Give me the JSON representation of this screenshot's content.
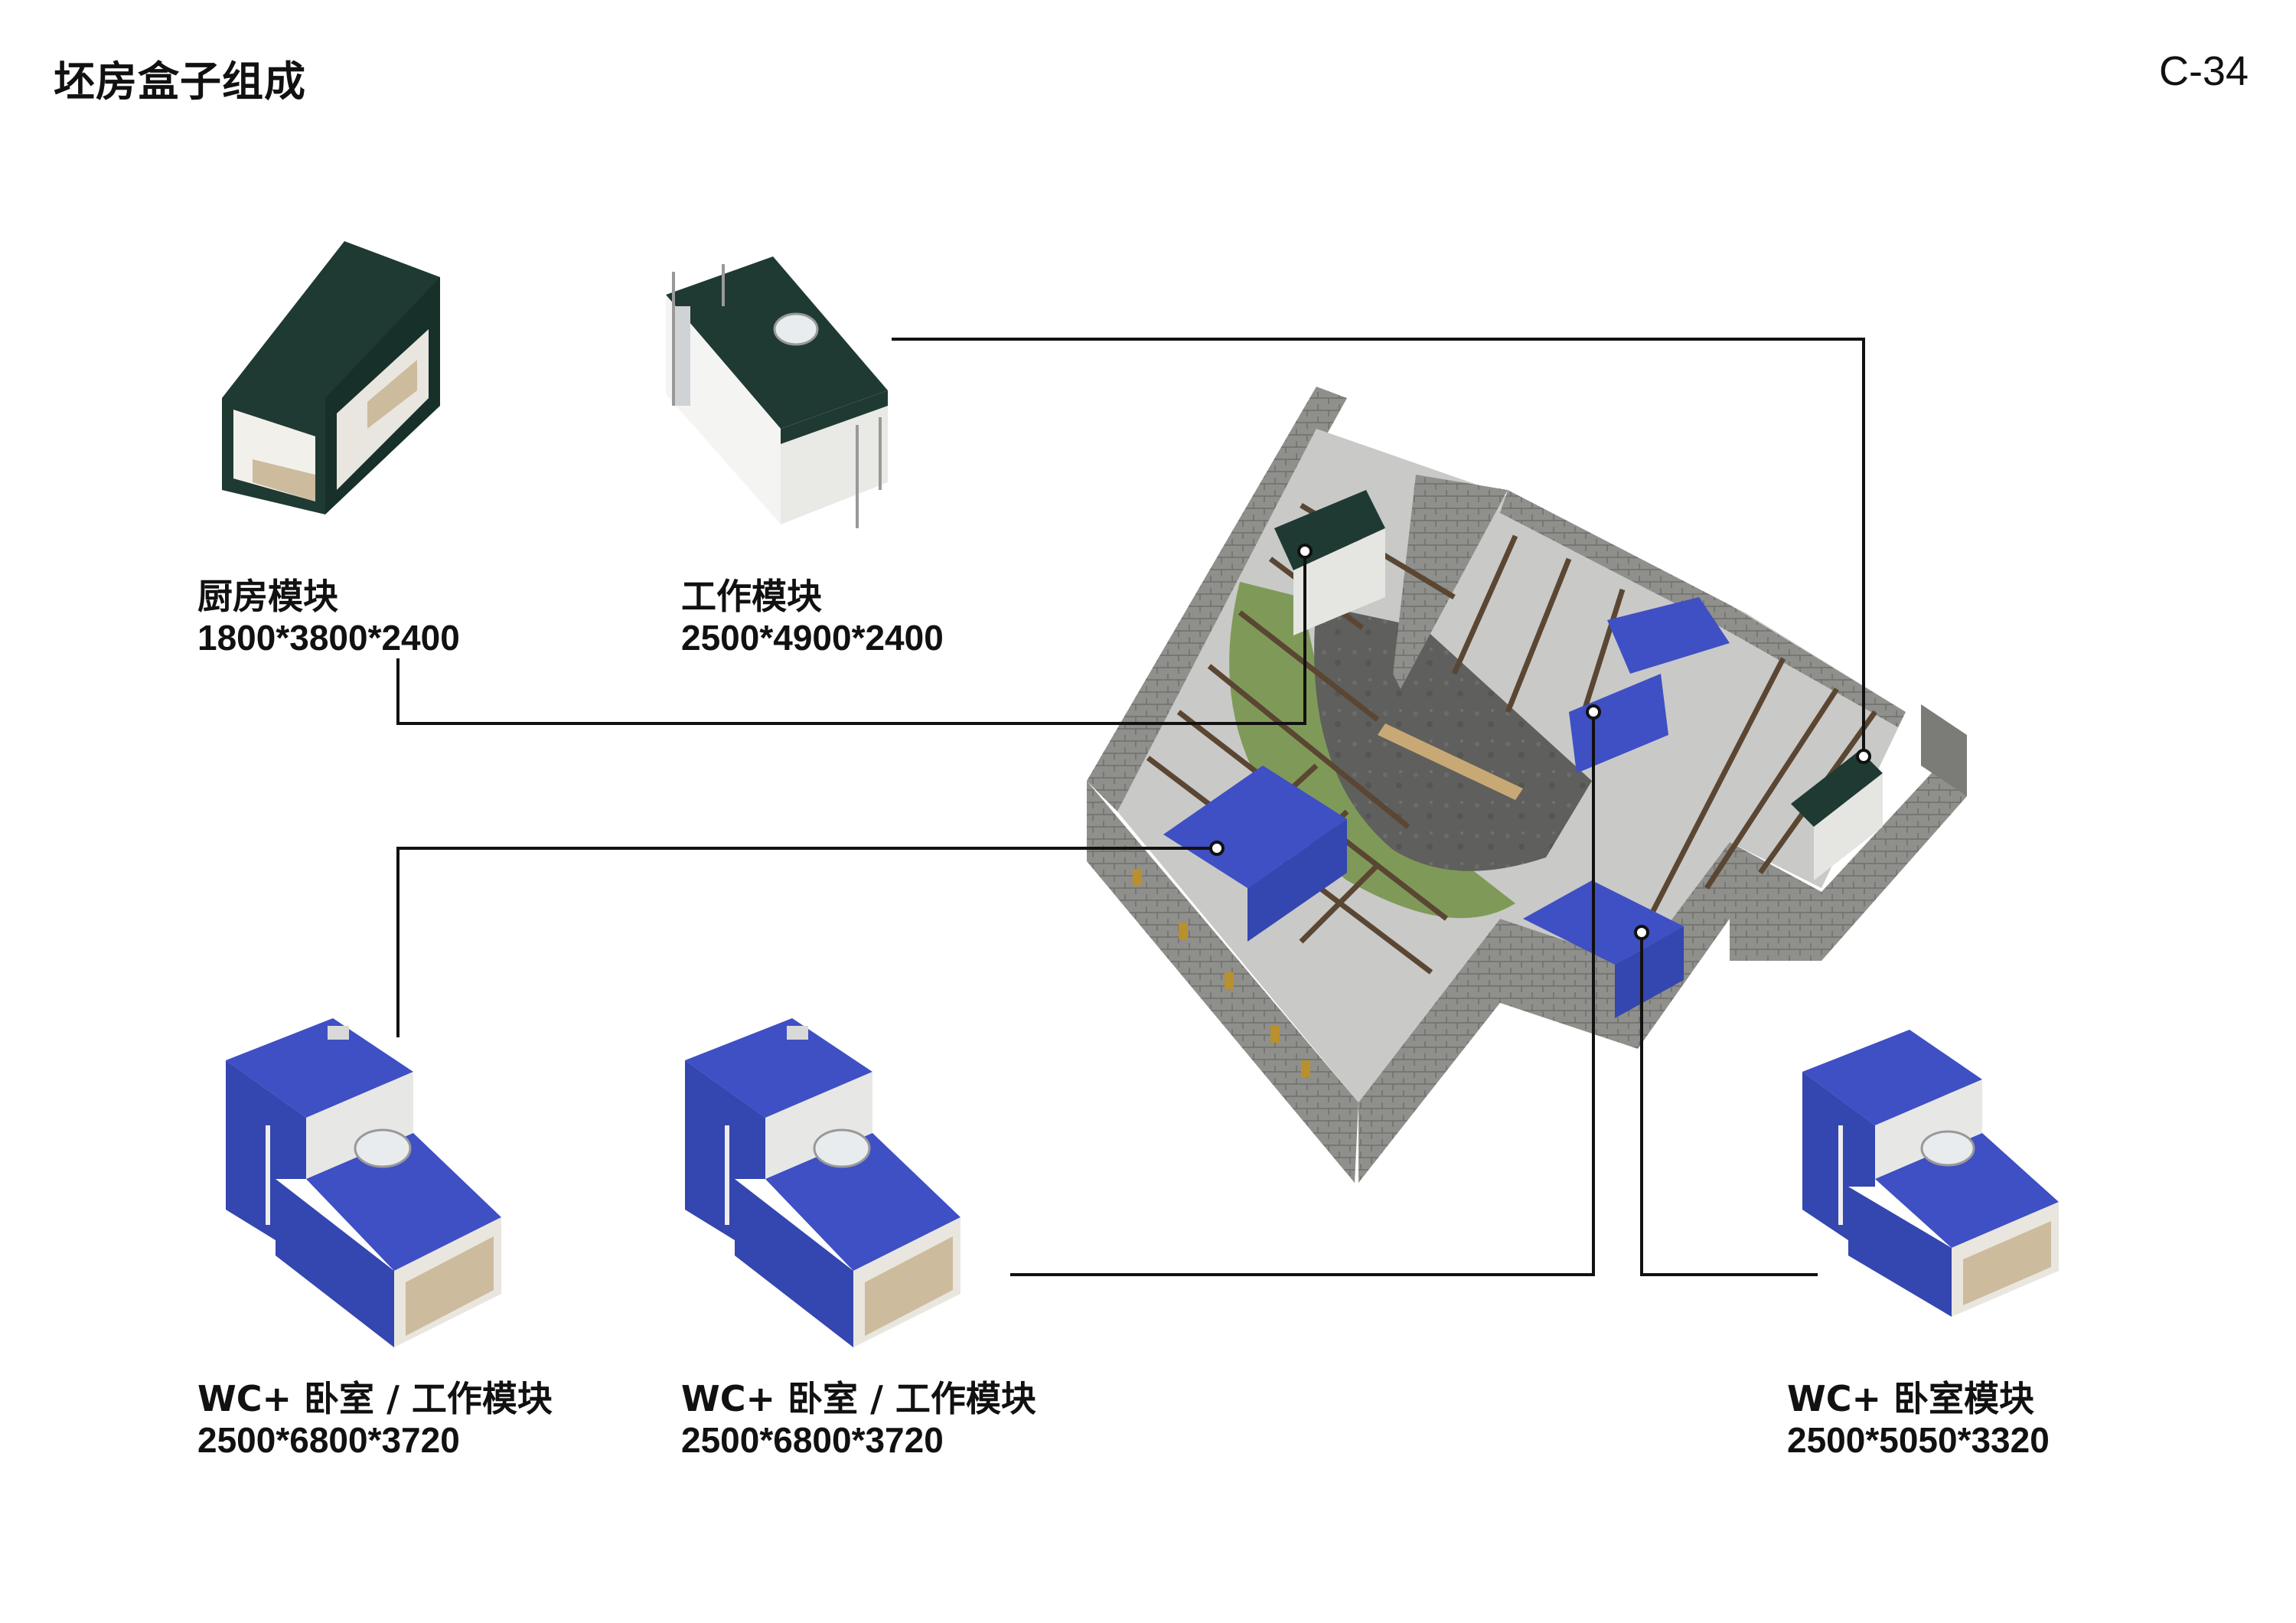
{
  "page": {
    "title": "坯房盒子组成",
    "number": "C-34"
  },
  "colors": {
    "kitchen_module": "#1f3a33",
    "wc_module": "#3f4fc4",
    "wall": "#8d8d8a",
    "roof_timber": "#5a4632",
    "garden": "#7f9a58",
    "floor": "#6d6d6b",
    "connector_line": "#111111"
  },
  "modules": [
    {
      "id": "kitchen",
      "name": "厨房模块",
      "dimensions": "1800*3800*2400",
      "color": "dark-green"
    },
    {
      "id": "work",
      "name": "工作模块",
      "dimensions": "2500*4900*2400",
      "color": "dark-green"
    },
    {
      "id": "wc-bed-work-1",
      "name": "WC+ 卧室 / 工作模块",
      "dimensions": "2500*6800*3720",
      "color": "blue"
    },
    {
      "id": "wc-bed-work-2",
      "name": "WC+ 卧室 / 工作模块",
      "dimensions": "2500*6800*3720",
      "color": "blue"
    },
    {
      "id": "wc-bed",
      "name": "WC+ 卧室模块",
      "dimensions": "2500*5050*3320",
      "color": "blue"
    }
  ]
}
